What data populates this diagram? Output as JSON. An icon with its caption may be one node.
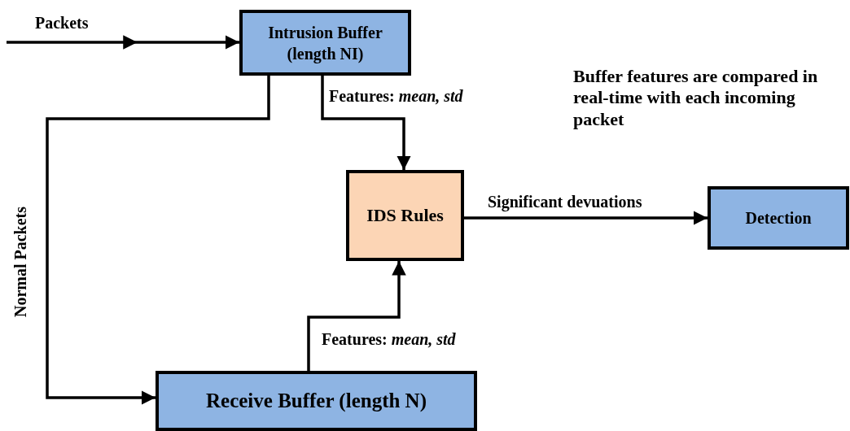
{
  "diagram": {
    "nodes": [
      {
        "text": [
          "Intrusion Buffer (length NI)"
        ]
      },
      {
        "text": [
          "IDS Rules"
        ]
      },
      {
        "text": [
          "Detection"
        ]
      },
      {
        "text": [
          "Receive Buffer (length N)"
        ]
      }
    ],
    "edges": [
      {
        "from": null,
        "to": 0,
        "arrow": "to",
        "label": "Packets"
      },
      {
        "from": 0,
        "to": 1,
        "arrow": "to",
        "label": "Features: *mean, std*"
      },
      {
        "from": 0,
        "to": 3,
        "arrow": "to",
        "label": "Normal Packets"
      },
      {
        "from": 3,
        "to": 1,
        "arrow": "to",
        "label": "Features: *mean, std*"
      },
      {
        "from": 1,
        "to": 2,
        "arrow": "to",
        "label": "Significant devuations"
      }
    ],
    "labels": [
      "Buffer features are compared in real-time with each incoming packet"
    ]
  }
}
